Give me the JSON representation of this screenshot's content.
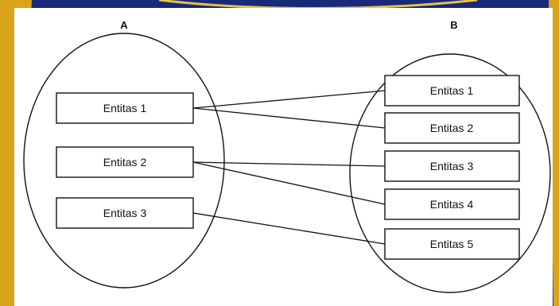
{
  "colors": {
    "background_blue": "#1a2a7a",
    "background_gold": "#d9a41c",
    "panel": "#ffffff",
    "stroke": "#111111"
  },
  "set_a": {
    "label": "A",
    "entities": [
      "Entitas 1",
      "Entitas 2",
      "Entitas 3"
    ]
  },
  "set_b": {
    "label": "B",
    "entities": [
      "Entitas 1",
      "Entitas 2",
      "Entitas 3",
      "Entitas 4",
      "Entitas 5"
    ]
  },
  "relationships": [
    {
      "from": 1,
      "to": 1
    },
    {
      "from": 1,
      "to": 2
    },
    {
      "from": 2,
      "to": 3
    },
    {
      "from": 2,
      "to": 4
    },
    {
      "from": 3,
      "to": 5
    }
  ]
}
